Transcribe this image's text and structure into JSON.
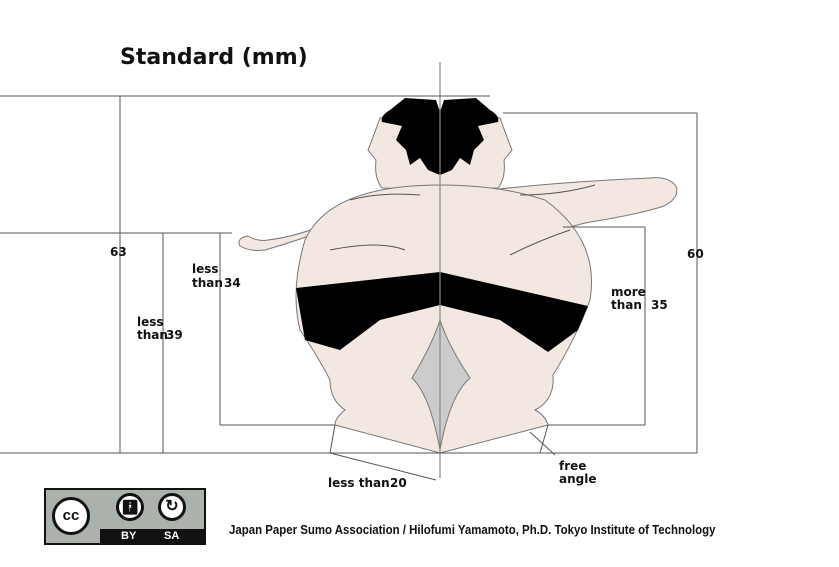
{
  "title": "Standard (mm)",
  "dimensions": {
    "total_height_left": "63",
    "body_height_left_prefix": "less\nthan",
    "body_height_left_line1": "less",
    "body_height_left_line2": "than",
    "body_height_left_value": "39",
    "arm_height_line1": "less",
    "arm_height_line2": "than",
    "arm_height_value": "34",
    "total_height_right": "60",
    "belly_height_line1": "more",
    "belly_height_line2": "than",
    "belly_height_value": "35",
    "foot_width_label": "less than",
    "foot_width_value": "20",
    "free_angle_line1": "free",
    "free_angle_line2": "angle"
  },
  "license": {
    "cc": "cc",
    "by": "BY",
    "sa": "SA"
  },
  "credit": "Japan Paper Sumo Association / Hilofumi Yamamoto, Ph.D. Tokyo Institute of Technology",
  "colors": {
    "skin": "#f2e8e1",
    "belt": "#000000",
    "crotch": "#cccccc",
    "license_bg": "#aab2ab"
  }
}
